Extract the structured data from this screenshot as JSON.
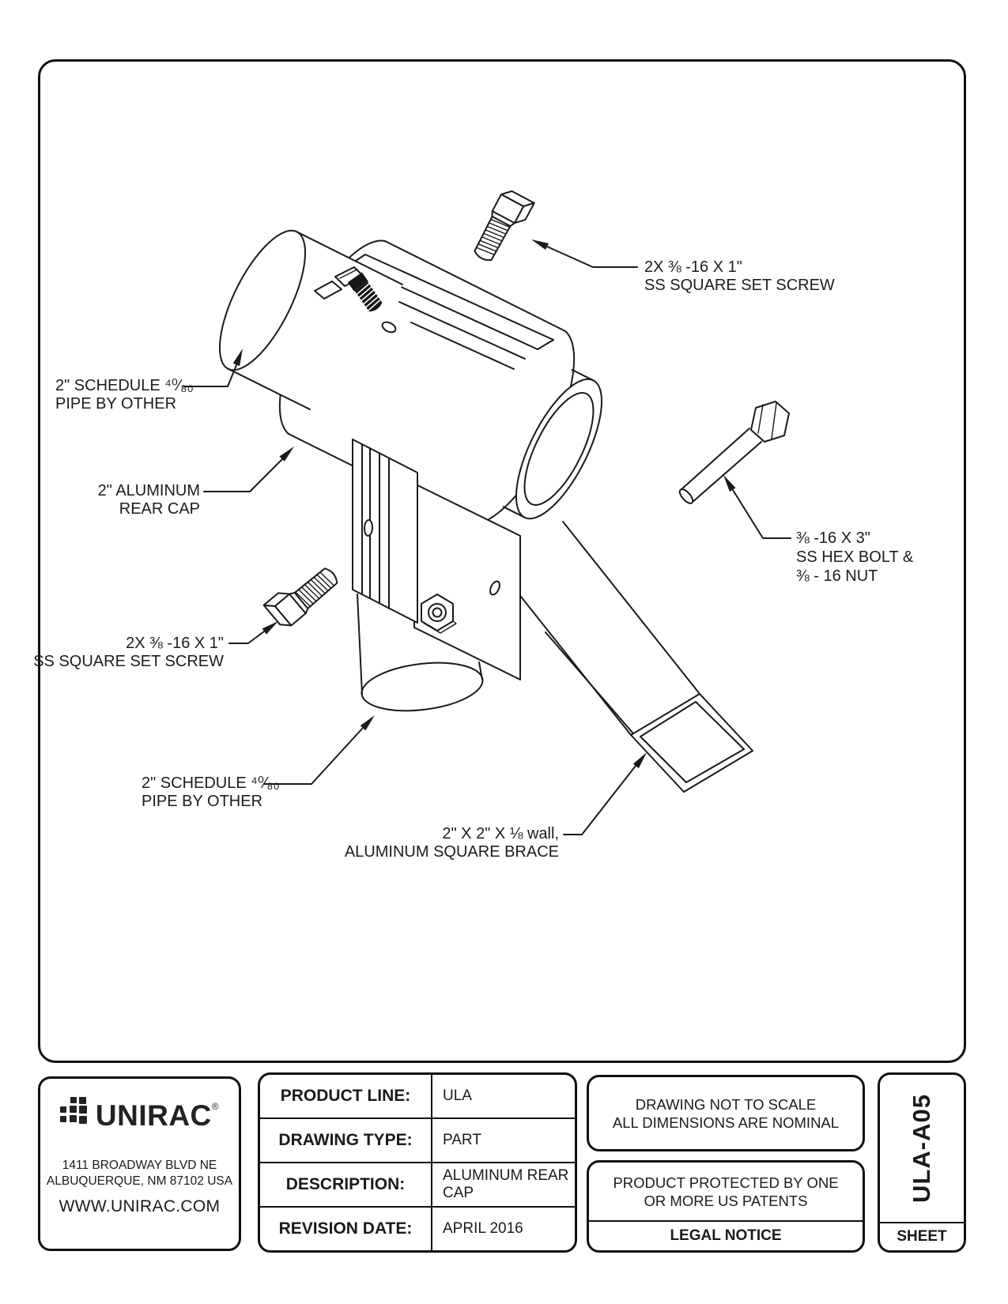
{
  "callouts": {
    "set_screw_top": {
      "lines": [
        "2X ⅜ -16 X 1\"",
        "SS SQUARE SET SCREW"
      ]
    },
    "pipe_upper": {
      "lines": [
        "2\" SCHEDULE ⁴⁰⁄₈₀",
        "PIPE BY OTHER"
      ]
    },
    "rear_cap": {
      "lines": [
        "2\" ALUMINUM",
        "REAR CAP"
      ]
    },
    "set_screw_left": {
      "lines": [
        "2X ⅜ -16 X 1\"",
        "SS SQUARE SET SCREW"
      ]
    },
    "hex_bolt": {
      "lines": [
        "⅜ -16 X 3\"",
        "SS HEX BOLT &",
        "⅜ - 16 NUT"
      ]
    },
    "pipe_lower": {
      "lines": [
        "2\" SCHEDULE ⁴⁰⁄₈₀",
        "PIPE BY OTHER"
      ]
    },
    "square_brace": {
      "lines": [
        "2\" X 2\" X ⅛ wall,",
        "ALUMINUM SQUARE BRACE"
      ]
    }
  },
  "title_block": {
    "company": {
      "name": "UNIRAC",
      "registered_mark": "®",
      "address_line1": "1411 BROADWAY BLVD NE",
      "address_line2": "ALBUQUERQUE, NM 87102 USA",
      "website": "WWW.UNIRAC.COM"
    },
    "table": {
      "rows": [
        {
          "label": "PRODUCT LINE:",
          "value": "ULA"
        },
        {
          "label": "DRAWING TYPE:",
          "value": "PART"
        },
        {
          "label": "DESCRIPTION:",
          "value": "ALUMINUM REAR CAP"
        },
        {
          "label": "REVISION DATE:",
          "value": "APRIL 2016"
        }
      ]
    },
    "notices": {
      "scale_line1": "DRAWING NOT TO SCALE",
      "scale_line2": "ALL DIMENSIONS ARE NOMINAL",
      "patent_line1": "PRODUCT PROTECTED BY ONE",
      "patent_line2": "OR MORE US PATENTS",
      "legal": "LEGAL NOTICE"
    },
    "document": {
      "number": "ULA-A05",
      "sheet_label": "SHEET"
    }
  }
}
